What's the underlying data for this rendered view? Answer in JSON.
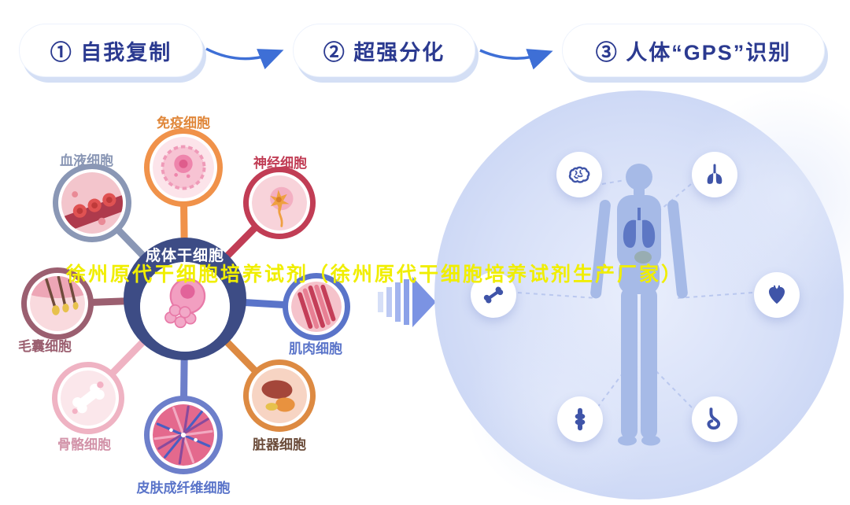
{
  "title_overlay": {
    "text": "徐州原代干细胞培养试剂（徐州原代干细胞培养试剂生产厂家）",
    "color": "#f0ee00"
  },
  "steps": {
    "text_color": "#2b3a90",
    "arrow_color": "#3e6fd6",
    "items": [
      {
        "label": "① 自我复制"
      },
      {
        "label": "② 超强分化"
      },
      {
        "label": "③ 人体“GPS”识别"
      }
    ]
  },
  "cell_diagram": {
    "center": {
      "label": "成体干细胞",
      "ring_color": "#3d4c85",
      "text_color": "#ffffff",
      "icon": "stem-cell-cluster-icon"
    },
    "cells": [
      {
        "label": "免疫细胞",
        "color": "#f0924a",
        "label_color": "#e0873a",
        "icon": "immune-cell-icon"
      },
      {
        "label": "血液细胞",
        "color": "#8a97b5",
        "label_color": "#8a97b5",
        "icon": "blood-cell-icon"
      },
      {
        "label": "神经细胞",
        "color": "#c13d55",
        "label_color": "#c13d55",
        "icon": "nerve-cell-icon"
      },
      {
        "label": "毛囊细胞",
        "color": "#9b5f70",
        "label_color": "#9b5f70",
        "icon": "hair-follicle-cell-icon"
      },
      {
        "label": "肌肉细胞",
        "color": "#5a74c9",
        "label_color": "#5a74c9",
        "icon": "muscle-cell-icon"
      },
      {
        "label": "骨骼细胞",
        "color": "#efb3c3",
        "label_color": "#d292a8",
        "icon": "bone-cell-icon"
      },
      {
        "label": "脏器细胞",
        "color": "#dd8a42",
        "label_color": "#6b4c3a",
        "icon": "organ-cell-icon"
      },
      {
        "label": "皮肤成纤维细胞",
        "color": "#6d7fca",
        "label_color": "#5a74c9",
        "icon": "skin-fibroblast-cell-icon"
      }
    ]
  },
  "mid_arrow": {
    "icon": "flow-right-arrow-icon"
  },
  "body_panel": {
    "body_color": "#a6bae7",
    "glyph_color": "#3f54a8",
    "icons": [
      {
        "name": "brain-icon"
      },
      {
        "name": "lungs-icon"
      },
      {
        "name": "bone-icon"
      },
      {
        "name": "heart-icon"
      },
      {
        "name": "joint-icon"
      },
      {
        "name": "stomach-icon"
      }
    ]
  }
}
